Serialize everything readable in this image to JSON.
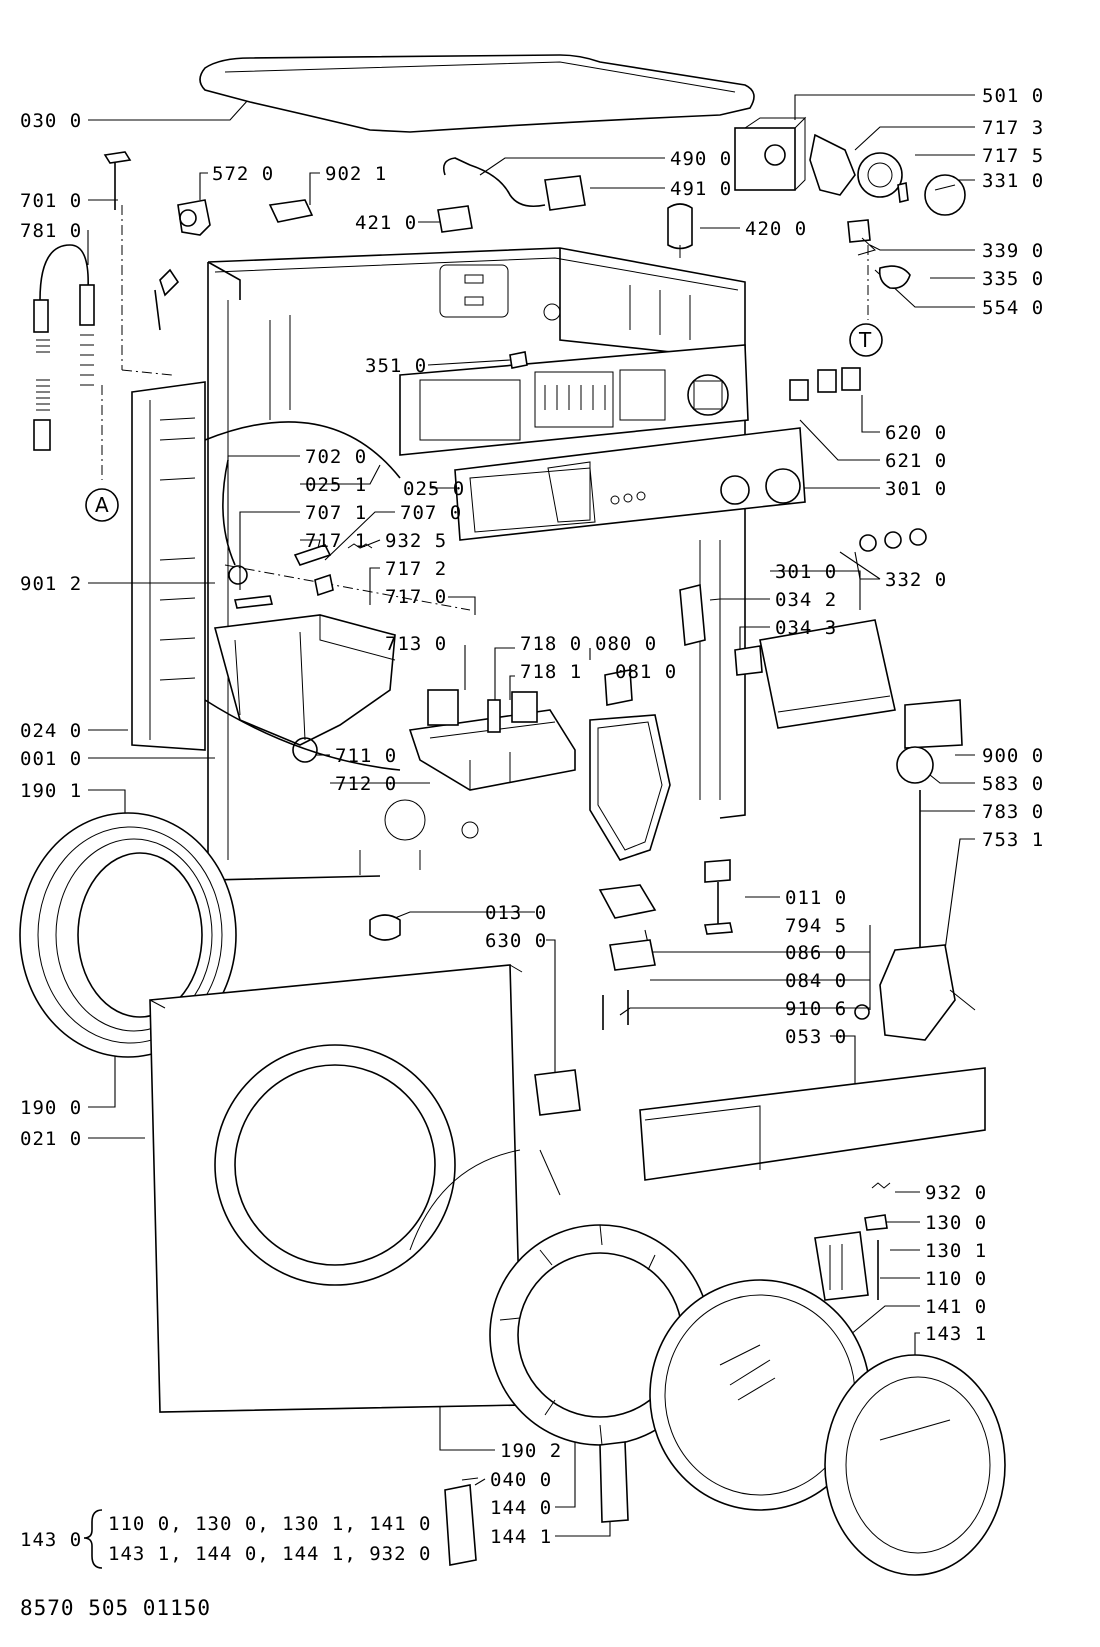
{
  "labels": {
    "p030_0": "030 0",
    "p501_0": "501 0",
    "p717_3": "717 3",
    "p717_5": "717 5",
    "p331_0": "331 0",
    "p572_0": "572 0",
    "p902_1": "902 1",
    "p490_0": "490 0",
    "p491_0": "491 0",
    "p701_0": "701 0",
    "p421_0": "421 0",
    "p420_0": "420 0",
    "p781_0": "781 0",
    "p339_0": "339 0",
    "p335_0": "335 0",
    "p554_0": "554 0",
    "p351_0": "351 0",
    "p620_0": "620 0",
    "p621_0": "621 0",
    "p702_0": "702 0",
    "p025_1": "025 1",
    "p025_0": "025 0",
    "p301_0a": "301 0",
    "p707_1": "707 1",
    "p707_0": "707 0",
    "p717_1": "717 1",
    "p932_5": "932 5",
    "p717_2": "717 2",
    "p901_2": "901 2",
    "p717_0": "717 0",
    "p301_0b": "301 0",
    "p332_0": "332 0",
    "p034_2": "034 2",
    "p034_3": "034 3",
    "p713_0": "713 0",
    "p718_0": "718 0",
    "p080_0": "080 0",
    "p718_1": "718 1",
    "p081_0": "081 0",
    "p024_0": "024 0",
    "p001_0": "001 0",
    "p711_0": "711 0",
    "p900_0": "900 0",
    "p712_0": "712 0",
    "p583_0": "583 0",
    "p190_1": "190 1",
    "p783_0": "783 0",
    "p753_1": "753 1",
    "p011_0": "011 0",
    "p013_0": "013 0",
    "p794_5": "794 5",
    "p630_0": "630 0",
    "p086_0": "086 0",
    "p084_0": "084 0",
    "p910_6": "910 6",
    "p053_0": "053 0",
    "p190_0": "190 0",
    "p021_0": "021 0",
    "p932_0": "932 0",
    "p130_0": "130 0",
    "p130_1": "130 1",
    "p110_0": "110 0",
    "p141_0": "141 0",
    "p143_1": "143 1",
    "p190_2": "190 2",
    "p040_0": "040 0",
    "p144_0": "144 0",
    "p144_1": "144 1"
  },
  "circles": {
    "A": "A",
    "T": "T"
  },
  "kit": {
    "id": "143 0",
    "line1": "110 0, 130 0, 130 1, 141 0",
    "line2": "143 1, 144 0, 144 1, 932 0"
  },
  "drawing_number": "8570 505 01150"
}
